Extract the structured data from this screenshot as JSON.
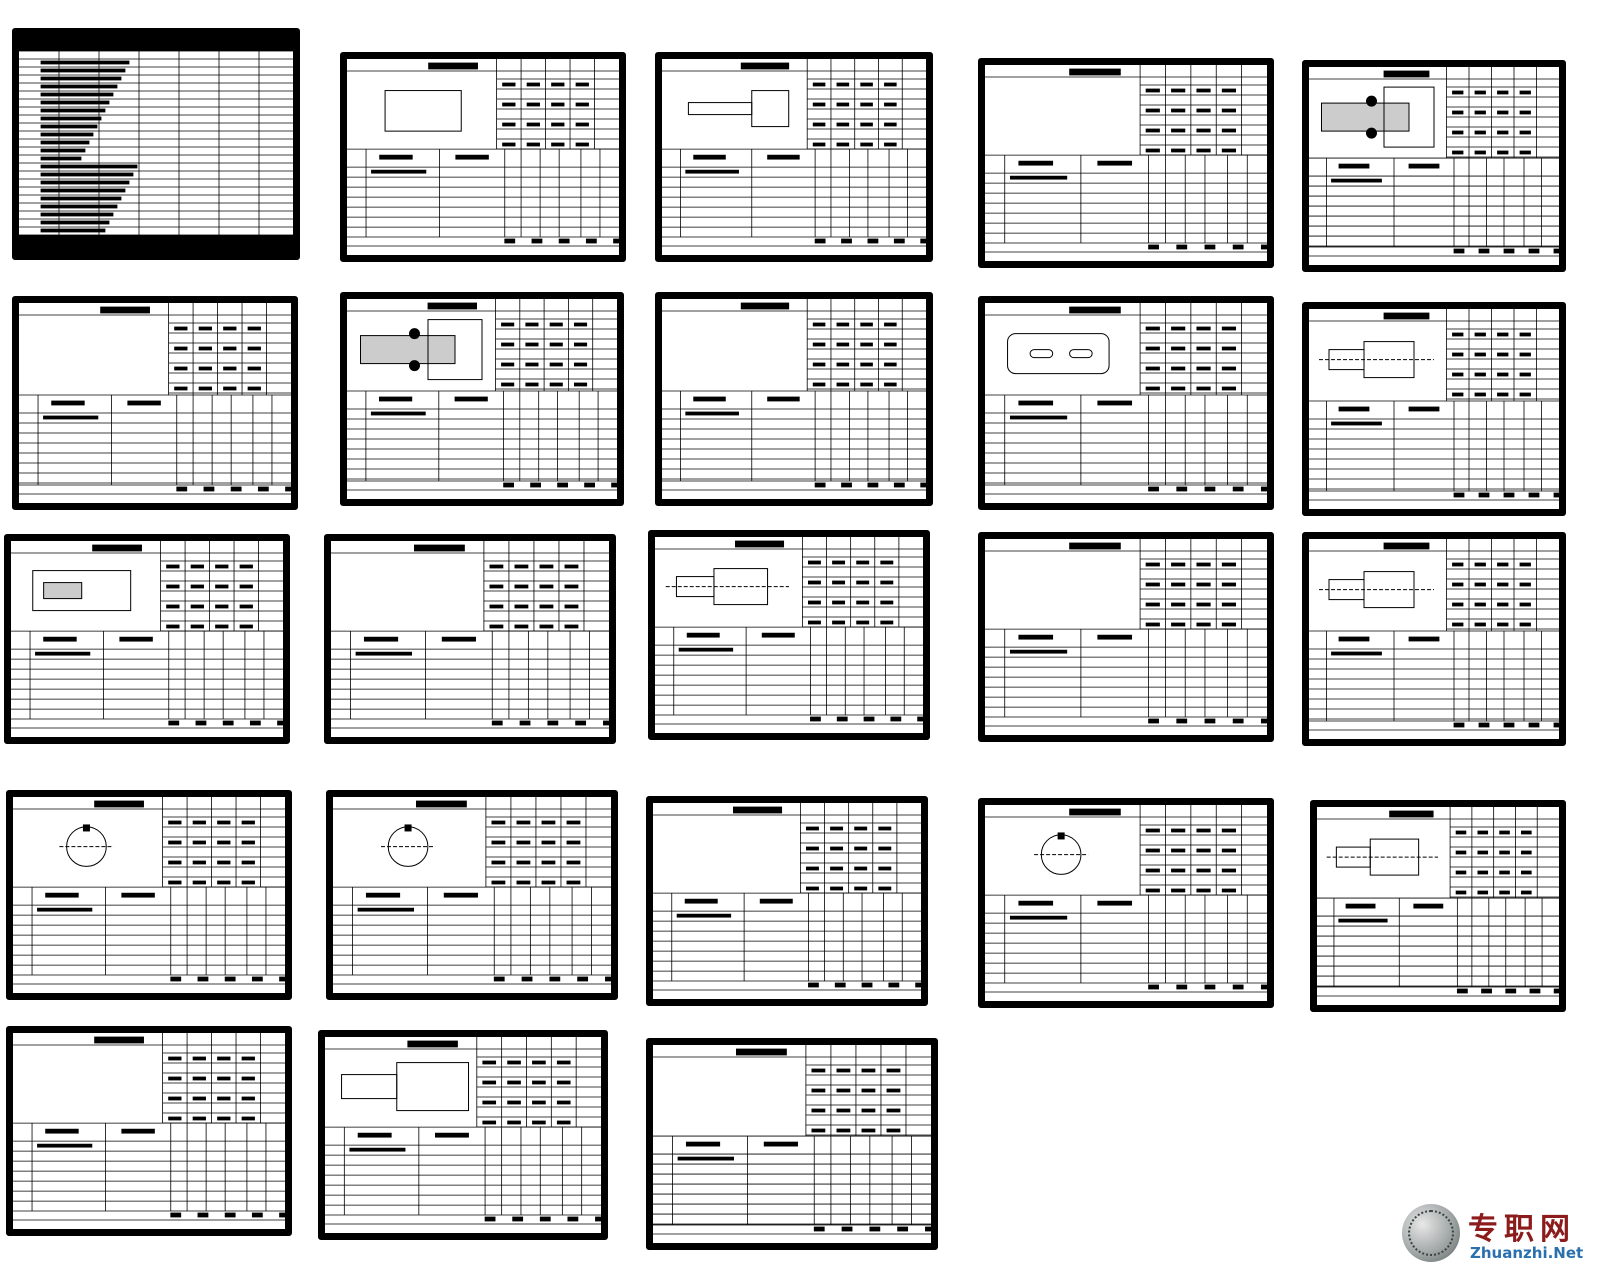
{
  "document": {
    "sheet_count": 23,
    "sheet_kind": "process-card"
  },
  "watermark": {
    "cn_text": "专职网",
    "en_text": "Zhuanzhi.Net"
  }
}
